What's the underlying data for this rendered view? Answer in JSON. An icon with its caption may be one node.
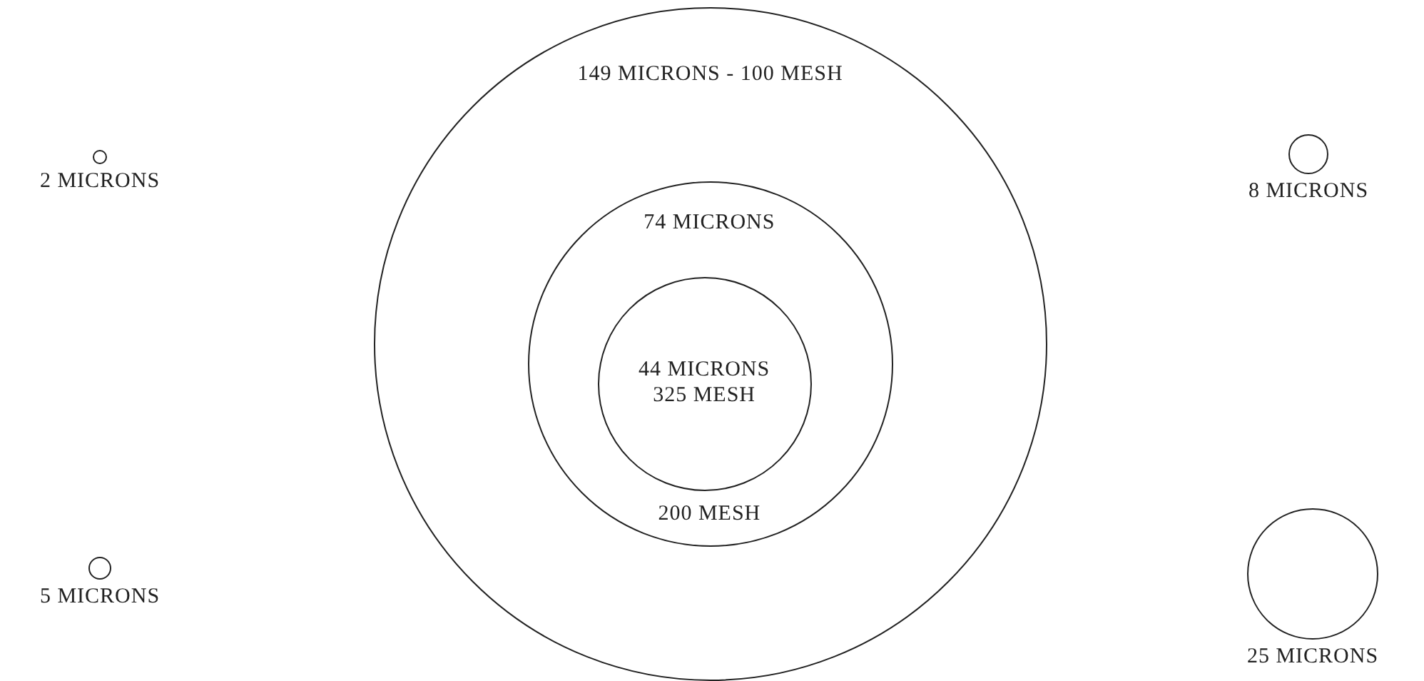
{
  "diagram": {
    "nodes": [
      {
        "text": [],
        "shape": "circle",
        "beside": [
          "2 MICRONS"
        ]
      },
      {
        "text": [
          "149 MICRONS - 100 MESH"
        ]
      },
      {
        "text": [
          "74 MICRONS",
          "200 MESH"
        ],
        "in": 1
      },
      {
        "text": [
          "44 MICRONS",
          "325 MESH"
        ],
        "in": 2
      },
      {
        "text": [],
        "shape": "circle",
        "beside": [
          "8 MICRONS"
        ]
      },
      {
        "text": [],
        "shape": "circle",
        "beside": [
          "5 MICRONS"
        ]
      },
      {
        "text": [],
        "shape": "circle",
        "beside": [
          "25 MICRONS"
        ]
      }
    ]
  }
}
